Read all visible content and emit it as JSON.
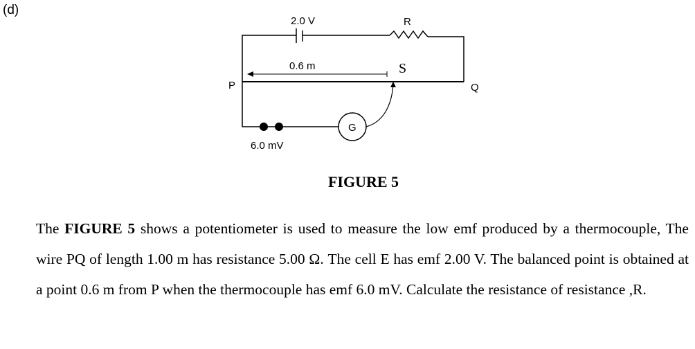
{
  "part_label": "(d)",
  "diagram": {
    "cell_label": "2.0 V",
    "resistor_label": "R",
    "length_label": "0.6 m",
    "slider_label": "S",
    "end_p": "P",
    "end_q": "Q",
    "galvanometer_label": "G",
    "thermocouple_label": "6.0 mV"
  },
  "caption": "FIGURE 5",
  "paragraph": {
    "t1": "The ",
    "bold": "FIGURE 5",
    "t2": " shows a potentiometer is used to measure the low emf produced by a thermocouple, The wire PQ of length 1.00 m has resistance 5.00 Ω. The cell E has emf 2.00 V. The balanced point is obtained at a point 0.6 m from P when the thermocouple has emf 6.0 mV. Calculate the resistance of resistance ,R."
  }
}
